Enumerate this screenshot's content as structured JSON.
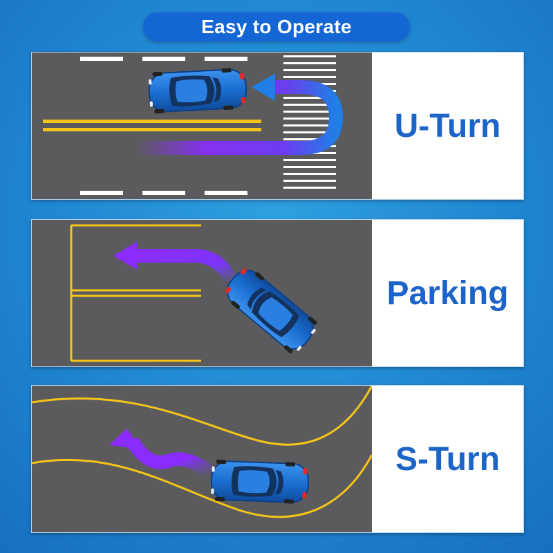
{
  "header": {
    "title": "Easy to Operate"
  },
  "panels": [
    {
      "label": "U-Turn"
    },
    {
      "label": "Parking"
    },
    {
      "label": "S-Turn"
    }
  ],
  "colors": {
    "background": "#1f86d2",
    "header_pill": "#1466d4",
    "label_text": "#1d64c9",
    "asphalt": "#5b5b5d",
    "lane_yellow": "#f5c518",
    "arrow_purple": "#8a2cff",
    "arrow_blue": "#1f7fe6",
    "car_blue": "#1b6fd1"
  },
  "icons": [
    "car-icon",
    "u-turn-arrow-icon",
    "left-turn-arrow-icon",
    "curved-arrow-icon"
  ]
}
